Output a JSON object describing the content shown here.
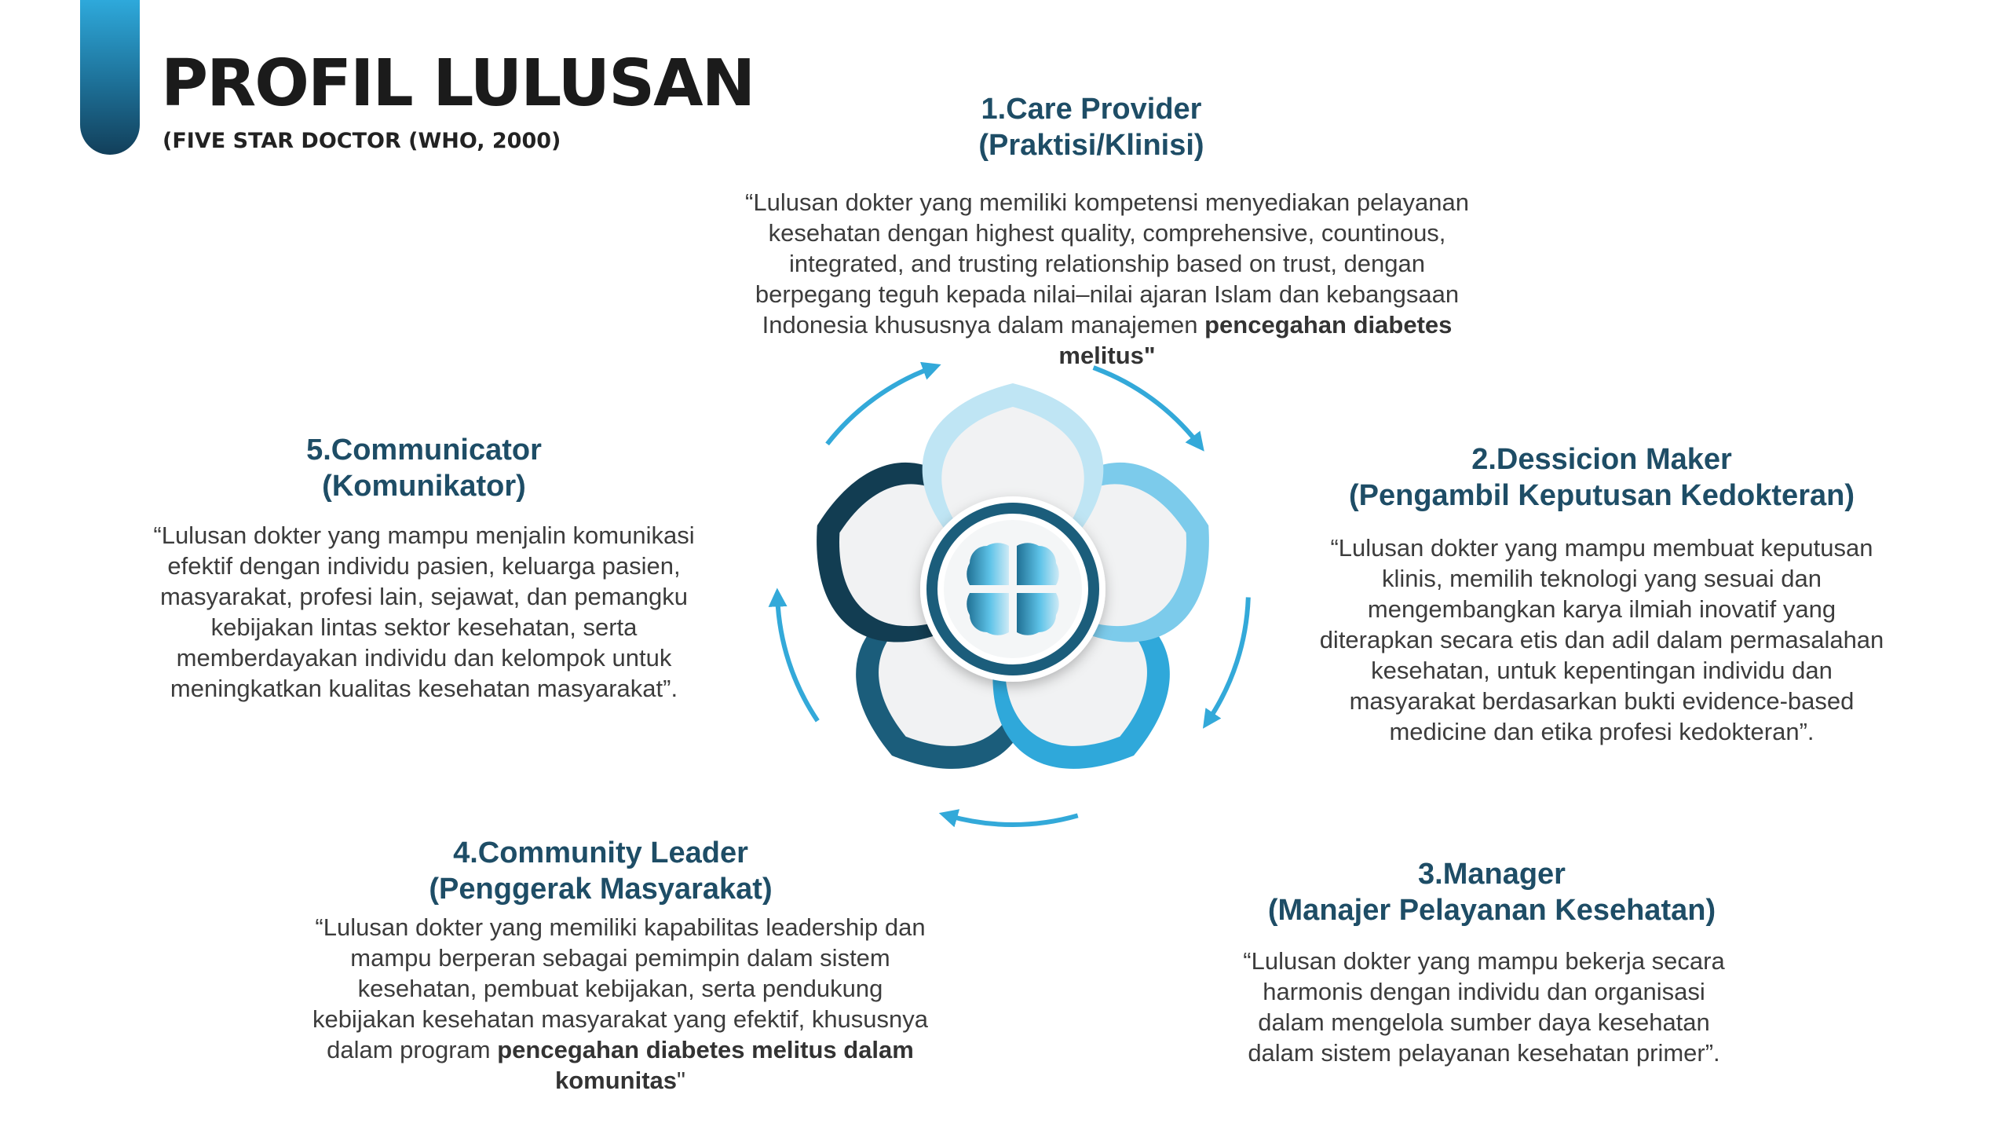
{
  "header": {
    "title": "PROFIL LULUSAN",
    "subtitle": "(FIVE STAR DOCTOR (WHO, 2000)"
  },
  "roles": [
    {
      "title_1": "1.Care Provider",
      "title_2": "(Praktisi/Klinisi)",
      "lines": [
        "“Lulusan dokter yang memiliki kompetensi menyediakan pelayanan",
        "kesehatan dengan highest quality, comprehensive, countinous,",
        "integrated, and trusting relationship based on trust, dengan",
        "berpegang teguh kepada nilai–nilai ajaran Islam dan kebangsaan"
      ],
      "line5_normal": "Indonesia khususnya dalam manajemen ",
      "line5_bold": "pencegahan diabetes",
      "line6_bold": "melitus\""
    },
    {
      "title_1": "2.Dessicion Maker",
      "title_2": "(Pengambil Keputusan Kedokteran)",
      "lines": [
        "“Lulusan dokter yang mampu membuat keputusan",
        "klinis, memilih teknologi yang sesuai dan",
        "mengembangkan karya ilmiah inovatif yang",
        "diterapkan secara etis dan adil dalam permasalahan",
        "kesehatan, untuk kepentingan individu dan",
        "masyarakat berdasarkan bukti evidence-based",
        "medicine dan etika profesi kedokteran”."
      ]
    },
    {
      "title_1": "3.Manager",
      "title_2": "(Manajer Pelayanan Kesehatan)",
      "lines": [
        "“Lulusan dokter yang mampu bekerja secara",
        "harmonis dengan individu dan organisasi",
        "dalam mengelola sumber daya kesehatan",
        "dalam sistem pelayanan kesehatan primer”."
      ]
    },
    {
      "title_1": "4.Community Leader",
      "title_2": "(Penggerak Masyarakat)",
      "lines": [
        "“Lulusan dokter yang memiliki kapabilitas leadership dan",
        "mampu berperan sebagai pemimpin dalam sistem",
        "kesehatan, pembuat kebijakan, serta pendukung",
        "kebijakan kesehatan masyarakat yang efektif, khususnya"
      ],
      "line5_normal": "dalam program ",
      "line5_bold": "pencegahan diabetes melitus dalam",
      "line6_bold": "komunitas",
      "line6_normal": "\""
    },
    {
      "title_1": "5.Communicator",
      "title_2": "(Komunikator)",
      "lines": [
        "“Lulusan dokter yang mampu menjalin komunikasi",
        "efektif dengan individu pasien, keluarga pasien,",
        "masyarakat, profesi lain, sejawat, dan pemangku",
        "kebijakan lintas sektor kesehatan, serta",
        "memberdayakan individu dan kelompok untuk",
        "meningkatkan kualitas kesehatan masyarakat”."
      ]
    }
  ],
  "diagram": {
    "petal_colors": [
      "#bfe5f4",
      "#7ccbeb",
      "#2fa8da",
      "#1b5d7b",
      "#123d52"
    ],
    "petal_inner_color": "#f1f2f3",
    "arrow_color": "#33a9d9",
    "center_icon": "four-leaf-grid-icon"
  }
}
